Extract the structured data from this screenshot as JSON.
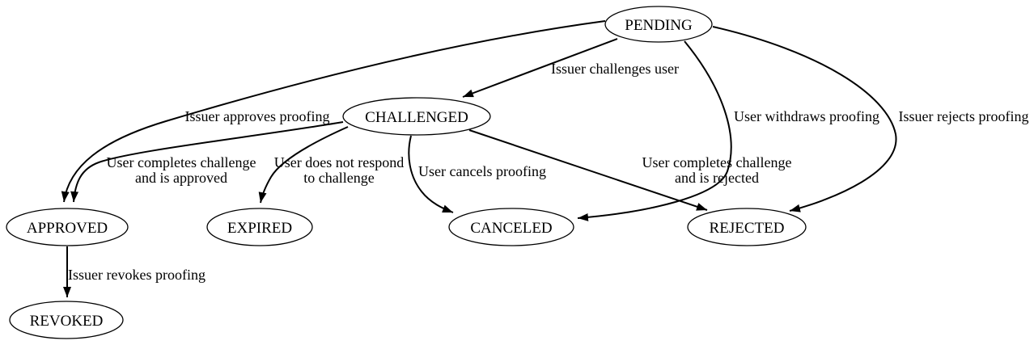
{
  "diagram": {
    "type": "state-machine",
    "background_color": "#ffffff",
    "line_color": "#000000",
    "text_color": "#000000"
  },
  "nodes": {
    "pending": {
      "label": "PENDING"
    },
    "challenged": {
      "label": "CHALLENGED"
    },
    "approved": {
      "label": "APPROVED"
    },
    "expired": {
      "label": "EXPIRED"
    },
    "canceled": {
      "label": "CANCELED"
    },
    "rejected": {
      "label": "REJECTED"
    },
    "revoked": {
      "label": "REVOKED"
    }
  },
  "edges": {
    "pending_to_challenged": {
      "from": "PENDING",
      "to": "CHALLENGED",
      "label": "Issuer challenges user"
    },
    "pending_to_approved": {
      "from": "PENDING",
      "to": "APPROVED",
      "label": "Issuer approves proofing"
    },
    "pending_to_canceled": {
      "from": "PENDING",
      "to": "CANCELED",
      "label": "User withdraws proofing"
    },
    "pending_to_rejected": {
      "from": "PENDING",
      "to": "REJECTED",
      "label": "Issuer rejects proofing"
    },
    "challenged_to_approved": {
      "from": "CHALLENGED",
      "to": "APPROVED",
      "label_line1": "User completes challenge",
      "label_line2": "and is approved"
    },
    "challenged_to_expired": {
      "from": "CHALLENGED",
      "to": "EXPIRED",
      "label_line1": "User does not respond",
      "label_line2": "to challenge"
    },
    "challenged_to_canceled": {
      "from": "CHALLENGED",
      "to": "CANCELED",
      "label": "User cancels proofing"
    },
    "challenged_to_rejected": {
      "from": "CHALLENGED",
      "to": "REJECTED",
      "label_line1": "User completes challenge",
      "label_line2": "and is rejected"
    },
    "approved_to_revoked": {
      "from": "APPROVED",
      "to": "REVOKED",
      "label": "Issuer revokes proofing"
    }
  }
}
